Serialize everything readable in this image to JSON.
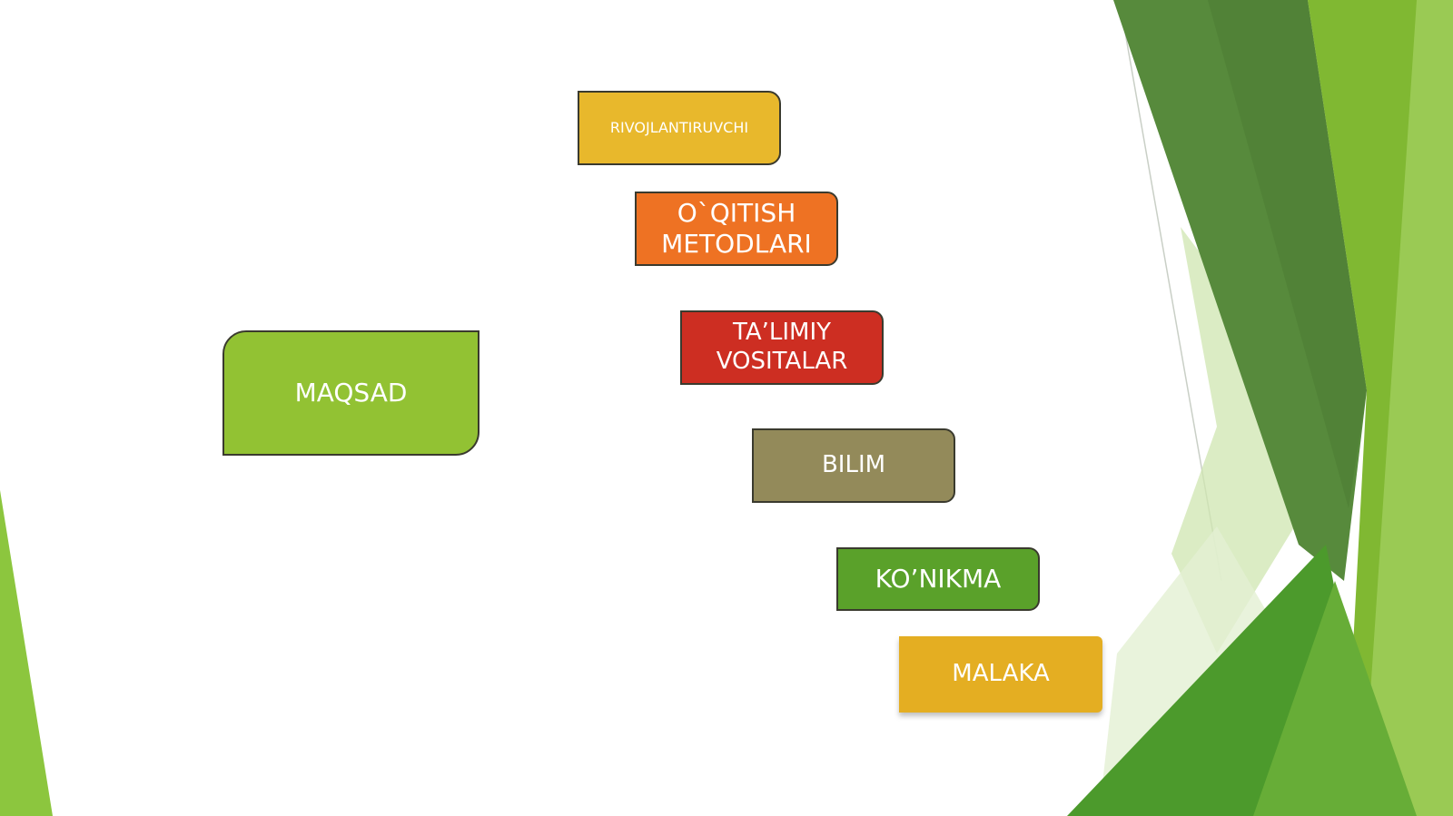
{
  "slide": {
    "colors": {
      "background": "#ffffff",
      "accent_green": "#8dc63f",
      "dark_green": "#5a8a3a"
    }
  },
  "diagram": {
    "main": {
      "label": "MAQSAD",
      "color": "#92c233"
    },
    "steps": [
      {
        "label": "RIVOJLANTIRUVCHI",
        "color": "#e8b82c"
      },
      {
        "label": "O`QITISH\nMETODLARI",
        "color": "#ee7223"
      },
      {
        "label": "TA’LIMIY\nVOSITALAR",
        "color": "#cd2e22"
      },
      {
        "label": "BILIM",
        "color": "#938a5a"
      },
      {
        "label": "KO’NIKMA",
        "color": "#5aa12a"
      },
      {
        "label": "MALAKA",
        "color": "#e4ae22"
      }
    ]
  }
}
